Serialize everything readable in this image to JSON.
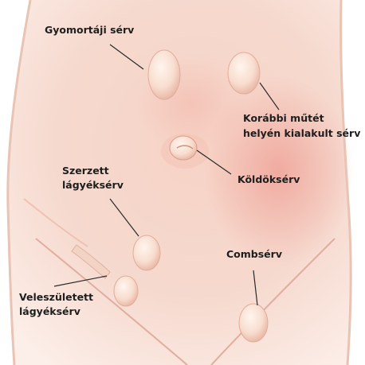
{
  "labels": {
    "epigastric": {
      "lines": [
        "Gyomortáji sérv"
      ]
    },
    "incisional": {
      "lines": [
        "Korábbi műtét",
        "helyén kialakult sérv"
      ]
    },
    "umbilical": {
      "lines": [
        "Köldöksérv"
      ]
    },
    "acquired_inguinal": {
      "lines": [
        "Szerzett",
        "lágyéksérv"
      ]
    },
    "femoral": {
      "lines": [
        "Combsérv"
      ]
    },
    "congenital_inguinal": {
      "lines": [
        "Veleszületett",
        "lágyéksérv"
      ]
    }
  },
  "colors": {
    "skin_light": "#fbe9e2",
    "skin_mid": "#f4cbbd",
    "skin_shadow": "#eaa898",
    "bulge": "#fae3d6",
    "leader_line": "#2a2a2a",
    "text": "#1e1e1e"
  }
}
